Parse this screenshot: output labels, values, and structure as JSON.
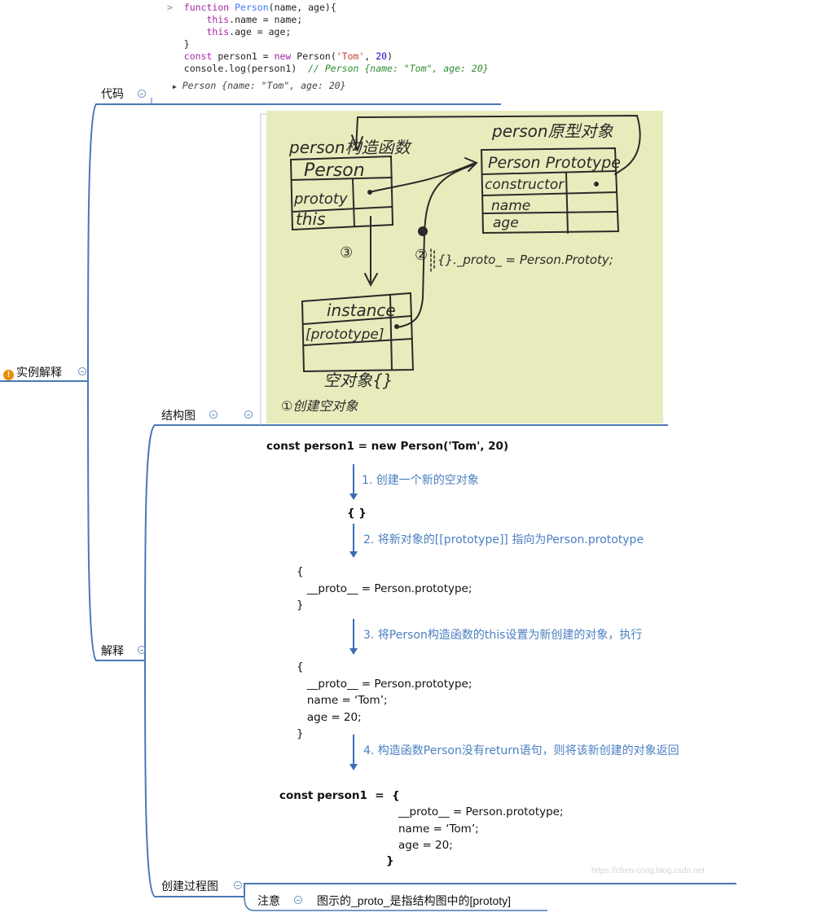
{
  "root": {
    "label": "实例解释"
  },
  "branches": {
    "code": "代码",
    "structure": "结构图",
    "explain": "解释",
    "process": "创建过程图",
    "note": "注意",
    "note_text": "图示的_proto_是指结构图中的[prototy]"
  },
  "code": {
    "l1_kw": "function",
    "l1_fn": "Person",
    "l1_rest": "(name, age){",
    "l2_kw": "this",
    "l2_rest": ".name = name;",
    "l3_kw": "this",
    "l3_rest": ".age = age;",
    "l4": "}",
    "l5_kw": "const",
    "l5_a": " person1 = ",
    "l5_kw2": "new",
    "l5_b": " Person(",
    "l5_str": "'Tom'",
    "l5_c": ", ",
    "l5_num": "20",
    "l5_d": ")",
    "l6_a": "console.log(person1)  ",
    "l6_cm": "// Person {name: \"Tom\", age: 20}",
    "out": "Person {name: \"Tom\", age: 20}"
  },
  "sketch": {
    "title_left": "person构造函数",
    "box_person": "Person",
    "box_prototy": "prototy",
    "box_this": "this",
    "title_right": "person原型对象",
    "proto_head": "Person Prototype",
    "proto_constructor": "constructor",
    "proto_name": "name",
    "proto_age": "age",
    "num2": "②",
    "num3": "③",
    "proto_note": "{}._proto_ = Person.Prototy;",
    "instance": "instance",
    "instance_proto": "[prototype]",
    "empty_obj": "空对象{}",
    "step1": "①创建空对象"
  },
  "process": {
    "line0": "const person1 = new Person('Tom', 20)",
    "step1": "1. 创建一个新的空对象",
    "obj1": "{ }",
    "step2": "2. 将新对象的[[prototype]] 指向为Person.prototype",
    "obj2": "{\n   __proto__ = Person.prototype;\n}",
    "step3": "3. 将Person构造函数的this设置为新创建的对象，执行",
    "obj3": "{\n   __proto__ = Person.prototype;\n   name = ‘Tom’;\n   age = 20;\n}",
    "step4": "4. 构造函数Person没有return语句，则将该新创建的对象返回",
    "final_head": "const person1  =  {",
    "final_body": "__proto__ = Person.prototype;\nname = ‘Tom’;\nage = 20;",
    "final_close": "}",
    "watermark": "https://chen-cong.blog.csdn.net"
  },
  "colors": {
    "branch_line": "#4a78b5",
    "step_text": "#4a7fc1",
    "sketch_bg": "#e8ecbc"
  }
}
